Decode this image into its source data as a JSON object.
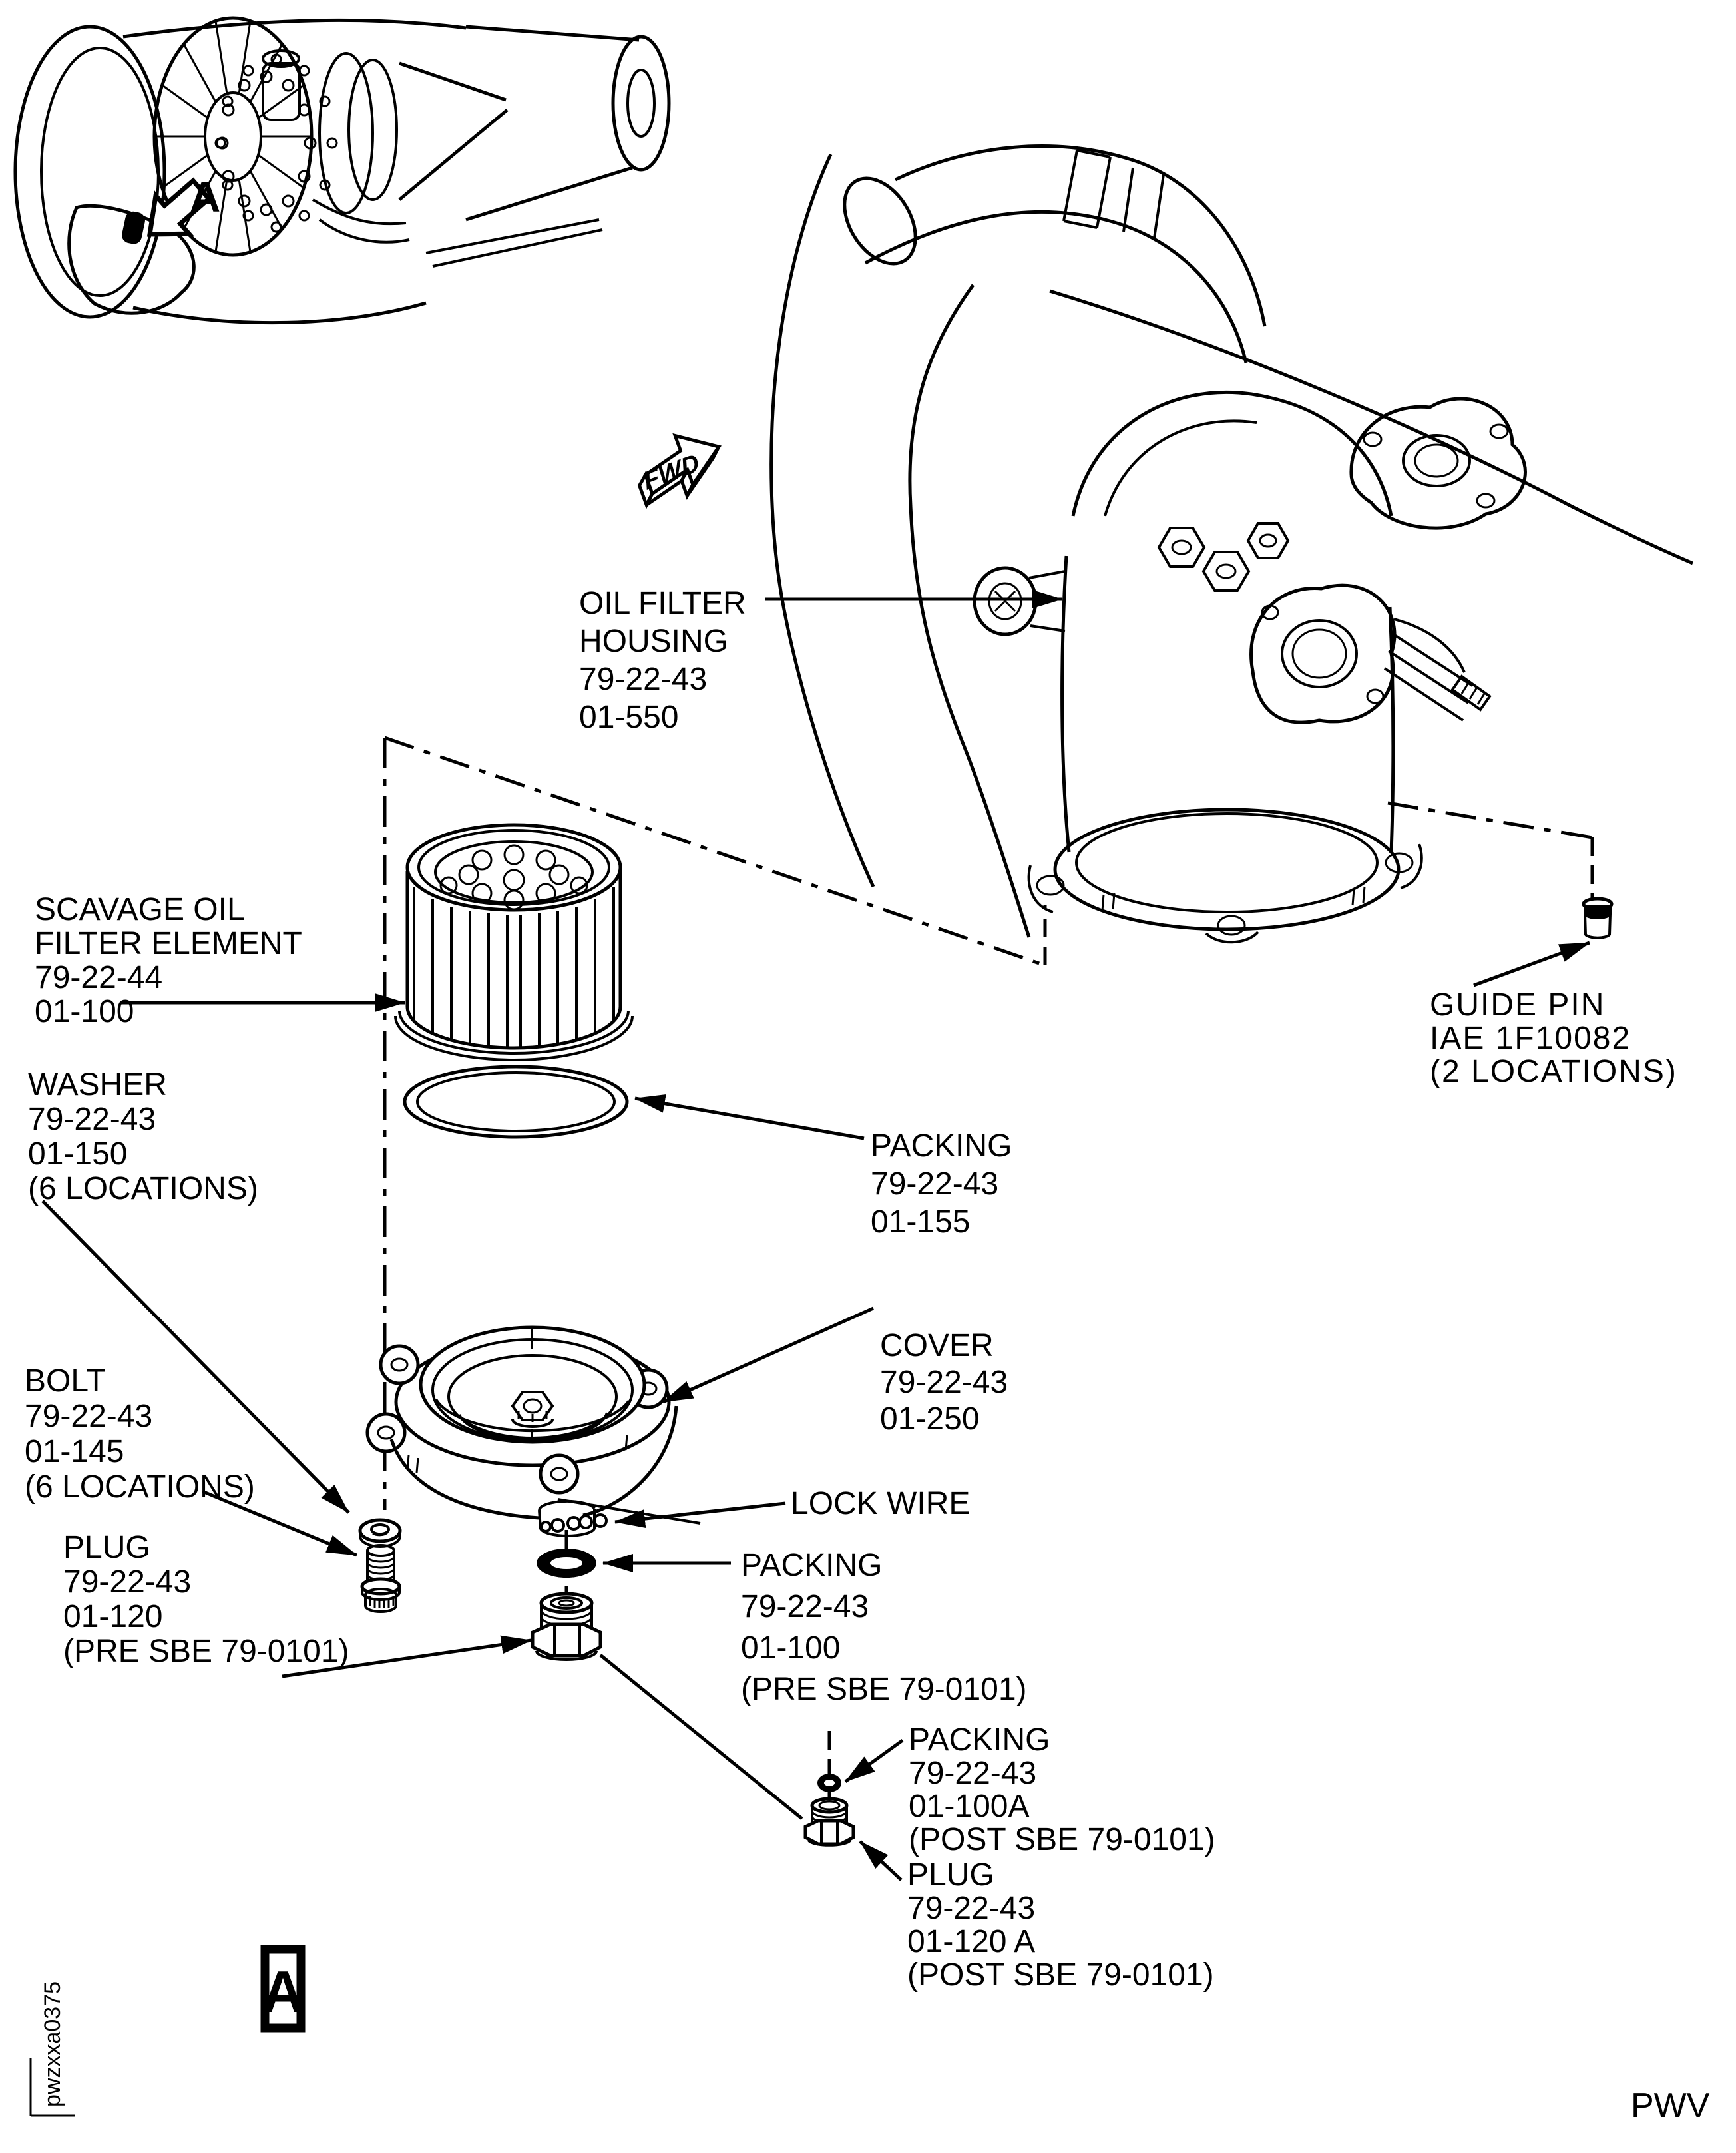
{
  "figure": {
    "detail_marker": "A",
    "engine_callout": "A",
    "fwd_label": "FWD",
    "figure_code": "pwzxxa0375",
    "page_code": "PWV"
  },
  "labels": {
    "oil_filter_housing": {
      "lines": [
        "OIL FILTER",
        "HOUSING",
        "79-22-43",
        "01-550"
      ]
    },
    "scavage_oil_filter_element": {
      "lines": [
        "SCAVAGE OIL",
        "FILTER ELEMENT",
        "79-22-44",
        "01-100"
      ]
    },
    "washer": {
      "lines": [
        "WASHER",
        "79-22-43",
        "01-150",
        "(6 LOCATIONS)"
      ]
    },
    "packing_155": {
      "lines": [
        "PACKING",
        "79-22-43",
        "01-155"
      ]
    },
    "cover": {
      "lines": [
        "COVER",
        "79-22-43",
        "01-250"
      ]
    },
    "bolt": {
      "lines": [
        "BOLT",
        "79-22-43",
        "01-145",
        "(6 LOCATIONS)"
      ]
    },
    "lock_wire": {
      "lines": [
        "LOCK WIRE"
      ]
    },
    "packing_100_pre": {
      "lines": [
        "PACKING",
        "79-22-43",
        "01-100",
        "(PRE SBE 79-0101)"
      ]
    },
    "plug_pre": {
      "lines": [
        "PLUG",
        "79-22-43",
        "01-120",
        "(PRE SBE 79-0101)"
      ]
    },
    "guide_pin": {
      "lines": [
        "GUIDE PIN",
        "IAE 1F10082",
        "(2 LOCATIONS)"
      ]
    },
    "packing_100a_post": {
      "lines": [
        "PACKING",
        "79-22-43",
        "01-100A",
        "(POST SBE 79-0101)"
      ]
    },
    "plug_post": {
      "lines": [
        "PLUG",
        "79-22-43",
        "01-120 A",
        "(POST SBE 79-0101)"
      ]
    }
  },
  "colors": {
    "ink": "#000000",
    "paper": "#ffffff"
  }
}
